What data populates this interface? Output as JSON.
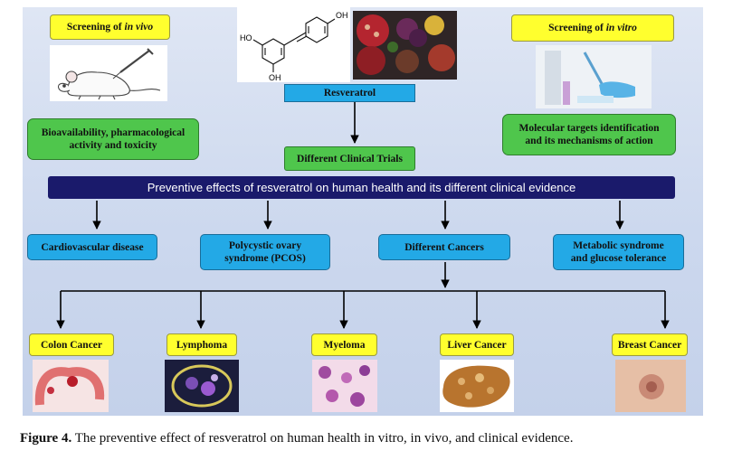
{
  "top": {
    "invivo_prefix": "Screening of ",
    "invivo_em": "in vivo",
    "invitro_prefix": "Screening of ",
    "invitro_em": "in vitro",
    "resveratrol": "Resveratrol",
    "bioavailability": "Bioavailability, pharmacological activity and toxicity",
    "molecular": "Molecular targets identification and its mechanisms of action",
    "trials": "Different Clinical Trials",
    "structure_labels": {
      "oh_top": "OH",
      "ho_left": "HO",
      "oh_bottom": "OH"
    }
  },
  "banner": "Preventive effects of resveratrol on human health and its different clinical evidence",
  "categories": [
    "Cardiovascular disease",
    "Polycystic ovary syndrome (PCOS)",
    "Different Cancers",
    "Metabolic syndrome and glucose tolerance"
  ],
  "cancers": [
    "Colon Cancer",
    "Lymphoma",
    "Myeloma",
    "Liver Cancer",
    "Breast Cancer"
  ],
  "caption": {
    "label": "Figure 4.",
    "text": " The preventive effect of resveratrol on human health in vitro, in vivo, and clinical evidence."
  }
}
